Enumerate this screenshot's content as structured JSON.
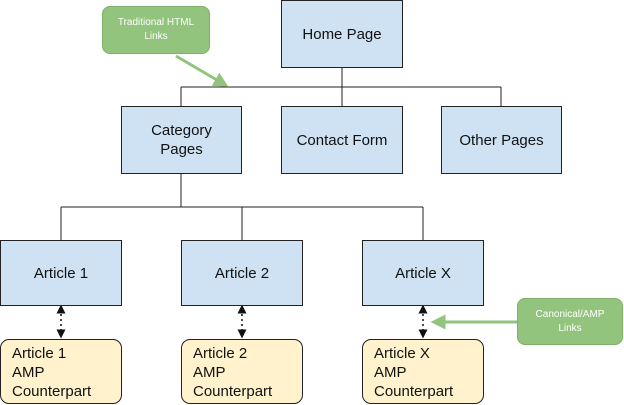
{
  "nodes": {
    "home": "Home Page",
    "category": "Category Pages",
    "contact": "Contact Form",
    "other": "Other Pages",
    "article1": "Article 1",
    "article2": "Article 2",
    "articleX": "Article X"
  },
  "amp_nodes": {
    "article1": [
      "Article 1",
      "AMP",
      "Counterpart"
    ],
    "article2": [
      "Article 2",
      "AMP",
      "Counterpart"
    ],
    "articleX": [
      "Article X",
      "AMP",
      "Counterpart"
    ]
  },
  "callouts": {
    "traditional": "Traditional HTML Links",
    "canonical": "Canonical/AMP Links"
  },
  "colors": {
    "page_box": "#cfe2f3",
    "amp_box": "#fff2cc",
    "callout": "#93c47d",
    "connector": "#222222"
  }
}
